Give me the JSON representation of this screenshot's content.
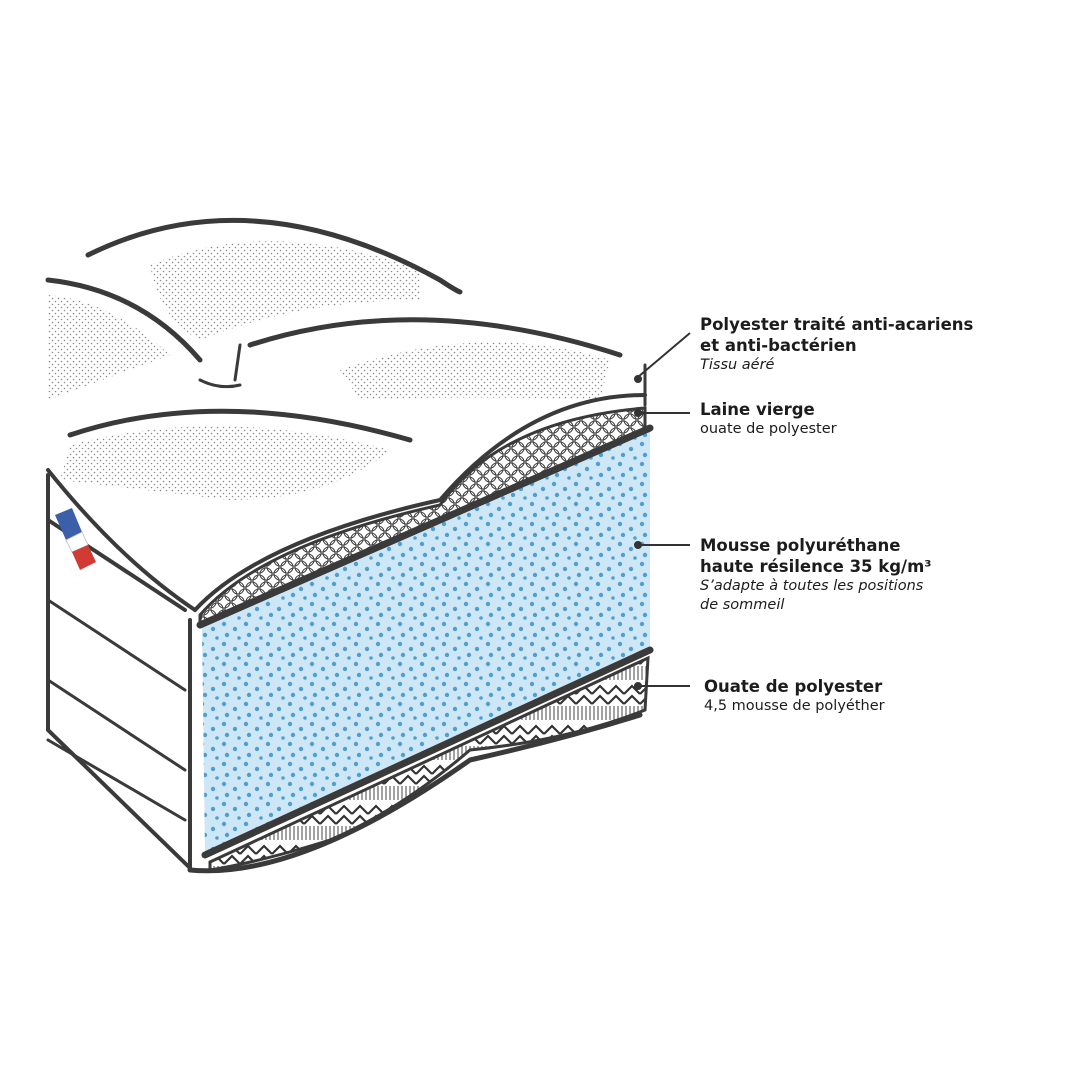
{
  "colors": {
    "outline": "#3a3a3a",
    "foam_fill": "#cde7f7",
    "foam_dots": "#4f9fcf",
    "stipple": "#8a8a8a",
    "flag_blue": "#3b5fa8",
    "flag_red": "#d23a34"
  },
  "layers": [
    {
      "title_lines": [
        "Polyester traité anti-acariens",
        "et anti-bactérien"
      ],
      "sub_lines": [
        "Tissu aéré"
      ],
      "sub_italic": true
    },
    {
      "title_lines": [
        "Laine vierge"
      ],
      "sub_lines": [
        "ouate de polyester"
      ],
      "sub_italic": false
    },
    {
      "title_lines": [
        "Mousse polyuréthane",
        "haute résilence 35 kg/m³"
      ],
      "sub_lines": [
        "S’adapte à toutes les positions",
        "de sommeil"
      ],
      "sub_italic": true
    },
    {
      "title_lines": [
        "Ouate de polyester"
      ],
      "sub_lines": [
        "4,5 mousse de polyéther"
      ],
      "sub_italic": false
    }
  ]
}
